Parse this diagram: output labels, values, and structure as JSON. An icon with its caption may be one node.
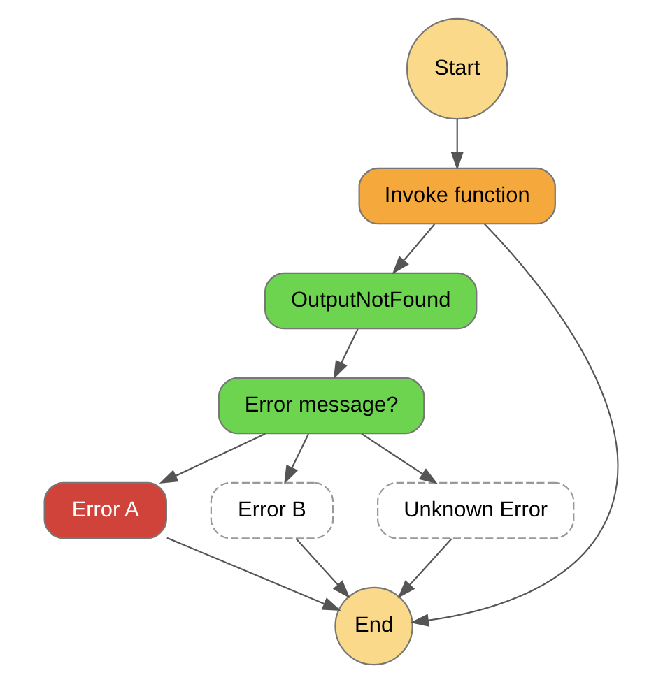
{
  "diagram": {
    "nodes": [
      {
        "text": [
          "Start"
        ]
      },
      {
        "text": [
          "Invoke function"
        ]
      },
      {
        "text": [
          "OutputNotFound"
        ]
      },
      {
        "text": [
          "Error message?"
        ]
      },
      {
        "text": [
          "Error A"
        ]
      },
      {
        "text": [
          "Error B"
        ]
      },
      {
        "text": [
          "Unknown Error"
        ]
      },
      {
        "text": [
          "End"
        ]
      }
    ],
    "edges": [
      {
        "from": 0,
        "to": 1,
        "arrow": "to"
      },
      {
        "from": 1,
        "to": 2,
        "arrow": "to"
      },
      {
        "from": 1,
        "to": 7,
        "arrow": "to"
      },
      {
        "from": 2,
        "to": 3,
        "arrow": "to"
      },
      {
        "from": 3,
        "to": 4,
        "arrow": "to"
      },
      {
        "from": 3,
        "to": 5,
        "arrow": "to"
      },
      {
        "from": 3,
        "to": 6,
        "arrow": "to"
      },
      {
        "from": 4,
        "to": 7,
        "arrow": "to"
      },
      {
        "from": 5,
        "to": 7,
        "arrow": "to"
      },
      {
        "from": 6,
        "to": 7,
        "arrow": "to"
      }
    ]
  }
}
